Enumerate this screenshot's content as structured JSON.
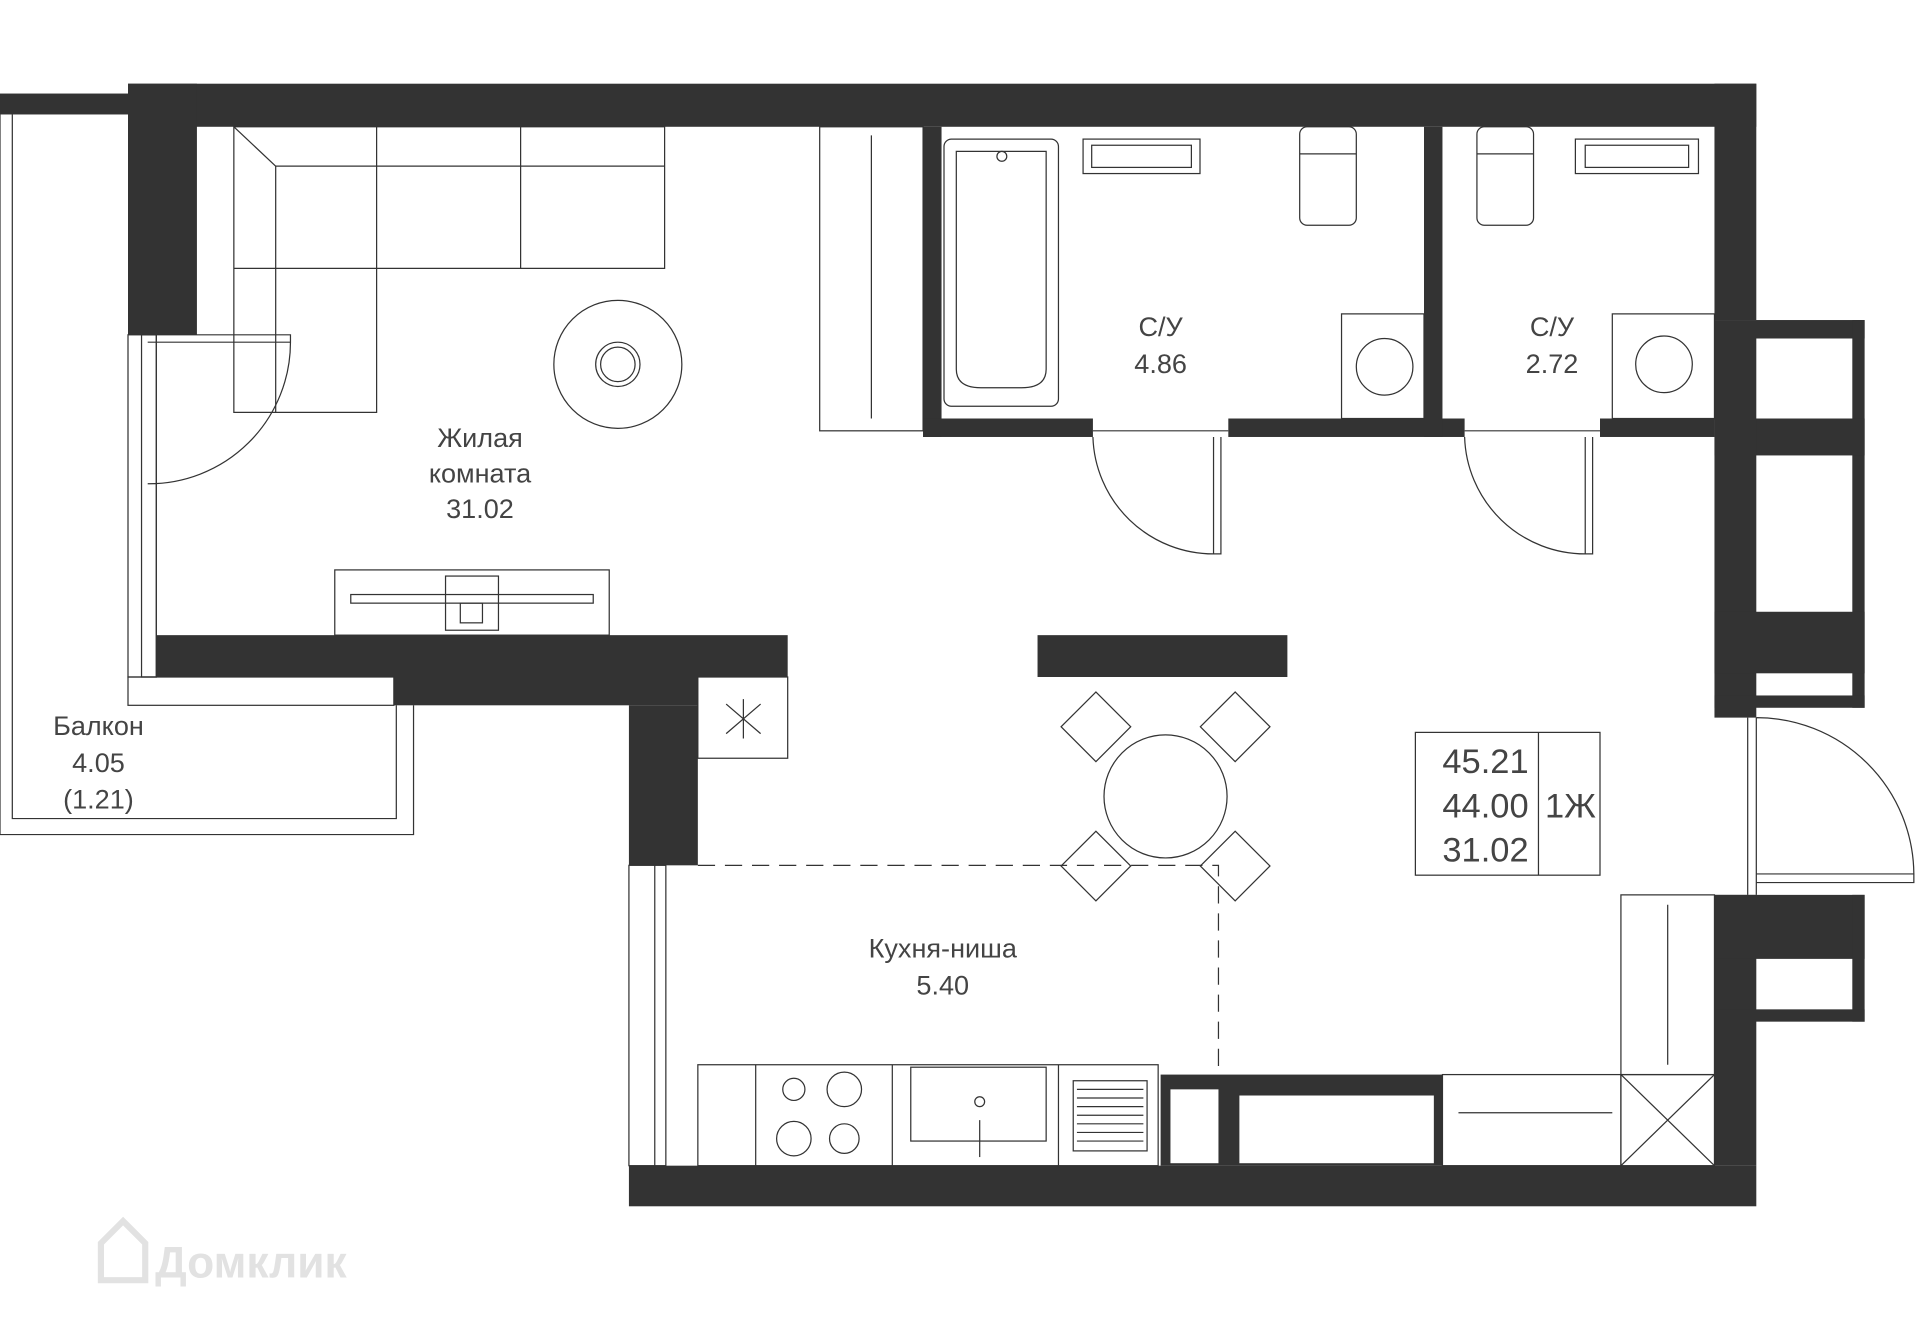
{
  "rooms": {
    "living": {
      "name_line1": "Жилая",
      "name_line2": "комната",
      "area": "31.02"
    },
    "bath1": {
      "name": "С/У",
      "area": "4.86"
    },
    "bath2": {
      "name": "С/У",
      "area": "2.72"
    },
    "balcony": {
      "name": "Балкон",
      "area": "4.05",
      "area_coef": "(1.21)"
    },
    "kitchen": {
      "name": "Кухня-ниша",
      "area": "5.40"
    }
  },
  "summary": {
    "total_area": "45.21",
    "area_no_balcony": "44.00",
    "living_area": "31.02",
    "type": "1Ж"
  },
  "watermark": {
    "text": "Домклик",
    "icon": "house-logo-icon"
  },
  "colors": {
    "wall": "#333333",
    "background": "#ffffff"
  }
}
